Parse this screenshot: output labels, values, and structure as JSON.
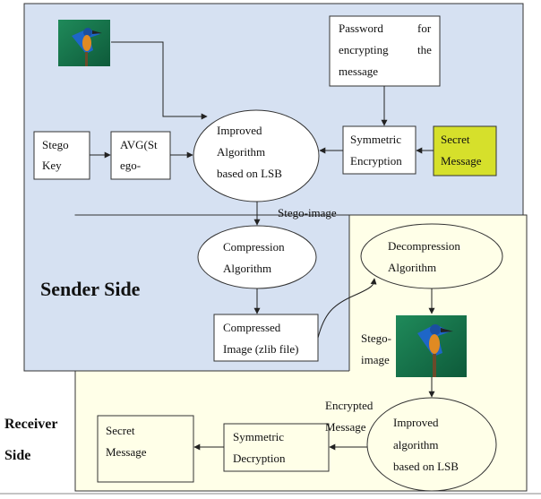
{
  "sender_label": "Sender Side",
  "receiver_label": [
    "Receiver",
    "Side"
  ],
  "nodes": {
    "password": [
      "Password",
      "for",
      "encrypting",
      "the",
      "message"
    ],
    "stego_key": [
      "Stego",
      "Key"
    ],
    "avg": [
      "AVG(St",
      "ego-"
    ],
    "improved_sender": [
      "Improved",
      "Algorithm",
      "based on LSB"
    ],
    "symmetric_encryption": [
      "Symmetric",
      "Encryption"
    ],
    "secret_message_sender": [
      "Secret",
      "Message"
    ],
    "compression": [
      "Compression",
      "Algorithm"
    ],
    "compressed_image": [
      "Compressed",
      "Image (zlib file)"
    ],
    "decompression": [
      "Decompression",
      "Algorithm"
    ],
    "improved_receiver": [
      "Improved",
      "algorithm",
      "based on LSB"
    ],
    "symmetric_decryption": [
      "Symmetric",
      "Decryption"
    ],
    "secret_message_receiver": [
      "Secret",
      "Message"
    ]
  },
  "edge_labels": {
    "stego_image_sender": "Stego-image",
    "stego_image_receiver": [
      "Stego-",
      "image"
    ],
    "encrypted_message": [
      "Encrypted",
      "Message"
    ]
  },
  "icons": {
    "bird_image_sender": "kingfisher-bird-image",
    "bird_image_receiver": "kingfisher-bird-image"
  },
  "colors": {
    "sender_panel": "#d6e1f2",
    "receiver_panel": "#ffffe8",
    "secret_message_highlight": "#d6e02b"
  }
}
